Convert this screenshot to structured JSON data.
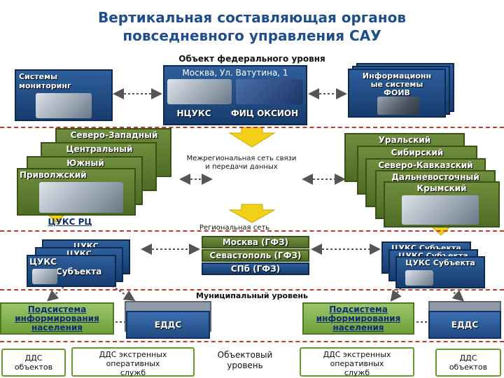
{
  "title": {
    "line1": "Вертикальная составляющая органов",
    "line2": "повседневного управления САУ"
  },
  "federal": {
    "level_label": "Объект федерального уровня",
    "address": "Москва, Ул. Ватутина, 1",
    "nckus": "НЦУКС",
    "fic": "ФИЦ ОКСИОН",
    "monitoring": "Системы мониторинг",
    "foiv_line1": "Информационн",
    "foiv_line2": "ые системы",
    "foiv_line3": "ФОИВ"
  },
  "regions_left": [
    "Северо-Западный",
    "Центральный",
    "Южный",
    "Приволжский"
  ],
  "regions_right": [
    "Уральский",
    "Сибирский",
    "Северо-Кавказский",
    "Дальневосточный",
    "Крымский"
  ],
  "rc_label": "ЦУКС РЦ",
  "interregional_network": {
    "line1": "Межрегиональная сеть связи",
    "line2": "и передачи данных"
  },
  "regional_network": "Региональная сеть",
  "gfz": [
    "Москва (ГФЗ)",
    "Севастополь (ГФЗ)",
    "СПб (ГФЗ)"
  ],
  "cuks_left": {
    "back1": "ЦУКС",
    "back2": "ЦУКС",
    "front_line1": "ЦУКС",
    "front_line2": "Субъекта"
  },
  "cuks_right": [
    "ЦУКС Субъекта",
    "ЦУКС Субъекта",
    "ЦУКС Субъекта"
  ],
  "municipal_label": "Муниципальный уровень",
  "subsystem": {
    "line1": "Подсистема",
    "line2": "информирования",
    "line3": "населения"
  },
  "edds": "ЕДДС",
  "dds_objects": {
    "line1": "ДДС",
    "line2": "объектов"
  },
  "dds_emergency": {
    "line1": "ДДС экстренных",
    "line2": "оперативных",
    "line3": "служб"
  },
  "object_level": {
    "line1": "Объектовый",
    "line2": "уровень"
  },
  "colors": {
    "title": "#1f4e8c",
    "blue_box": "#173c6e",
    "green_box": "#5a7a2e",
    "dashed_line": "#c0392b",
    "yellow_arrow": "#f3d11a"
  }
}
